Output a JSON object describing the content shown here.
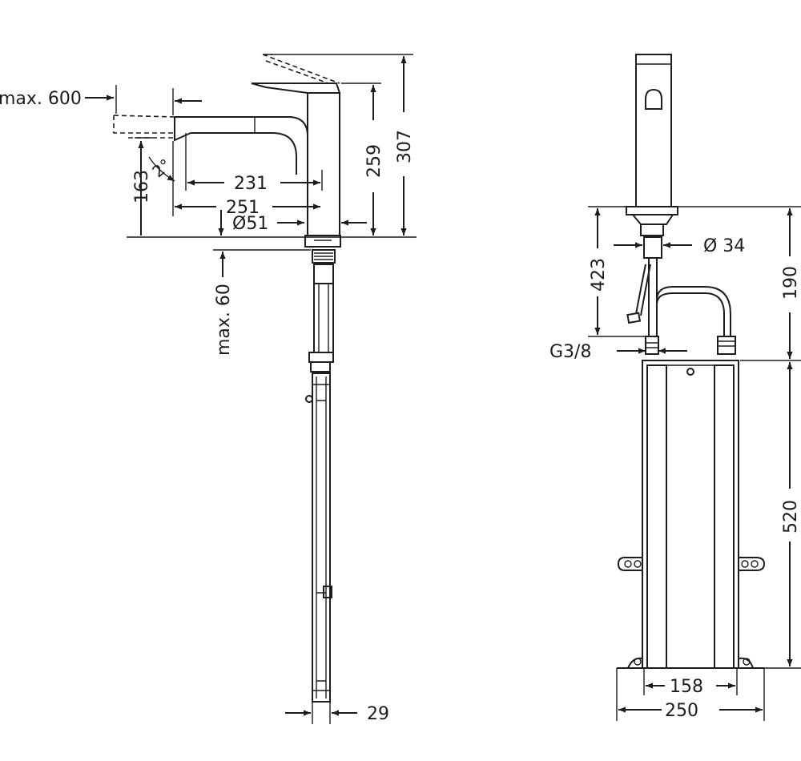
{
  "colors": {
    "ink": "#1d1d1b",
    "background": "#ffffff"
  },
  "side_view": {
    "max_reach": "max. 600",
    "angle": "2°",
    "spout_height": "163",
    "spout_reach_inner": "231",
    "spout_reach_outer": "251",
    "base_diameter": "Ø51",
    "lever_height": "259",
    "total_height": "307",
    "max_thickness": "max. 60",
    "box_width": "29"
  },
  "front_view": {
    "shank_diameter": "Ø 34",
    "hose_length": "423",
    "thread": "G3/8",
    "upper_height": "190",
    "box_height": "520",
    "inner_width": "158",
    "outer_width": "250"
  }
}
